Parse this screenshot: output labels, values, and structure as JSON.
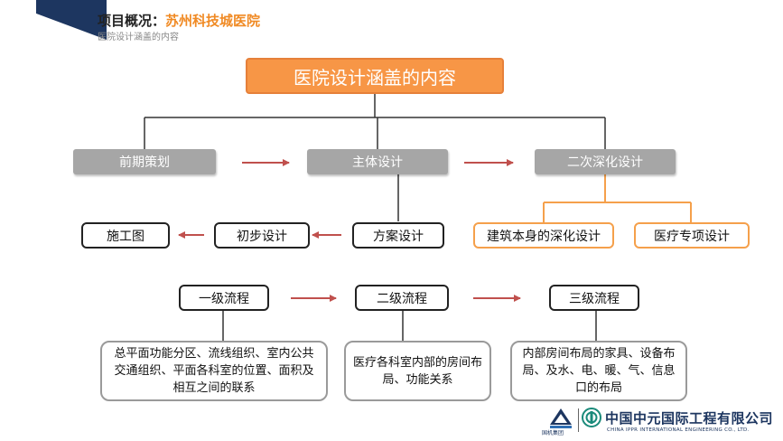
{
  "header": {
    "title_prefix": "项目概况：",
    "title_accent": "苏州科技城医院",
    "subtitle": "医院设计涵盖的内容"
  },
  "diagram": {
    "root": "医院设计涵盖的内容",
    "stages": [
      "前期策划",
      "主体设计",
      "二次深化设计"
    ],
    "main_design_steps": [
      "施工图",
      "初步设计",
      "方案设计"
    ],
    "deepening_items": [
      "建筑本身的深化设计",
      "医疗专项设计"
    ],
    "process_levels": [
      "一级流程",
      "二级流程",
      "三级流程"
    ],
    "process_details": [
      "总平面功能分区、流线组织、室内公共交通组织、平面各科室的位置、面积及相互之间的联系",
      "医疗各科室内部的房间布局、功能关系",
      "内部房间布局的家具、设备布局、及水、电、暖、气、信息口的布局"
    ],
    "colors": {
      "root_fill": "#f79646",
      "stage_fill": "#a6a6a6",
      "arrow": "#c0504d",
      "deepening_border": "#f5a04b",
      "connector": "#333333",
      "brand": "#1d3660"
    }
  },
  "footer": {
    "group_label": "国机集团",
    "company_cn": "中国中元国际工程有限公司",
    "company_en": "CHINA IPPR INTERNATIONAL ENGINEERING CO., LTD."
  }
}
